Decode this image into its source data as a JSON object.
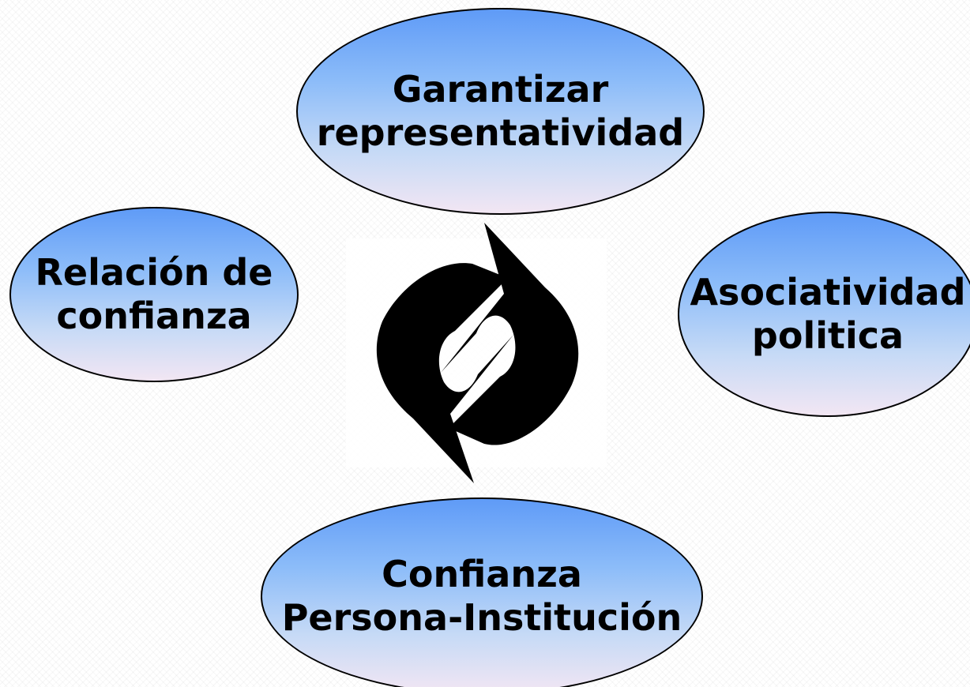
{
  "nodes": {
    "top": {
      "line1": "Garantizar",
      "line2": "representatividad"
    },
    "left": {
      "line1": "Relación de",
      "line2": "confianza"
    },
    "right": {
      "line1": "Asociatividad",
      "line2": "politica"
    },
    "bottom": {
      "line1": "Confianza",
      "line2": "Persona-Institución"
    }
  },
  "center_icon": "refresh-cycle-arrows-icon",
  "colors": {
    "bubble_top": "#5f9bf7",
    "bubble_mid": "#c6daf6",
    "bubble_bottom": "#f2e6f3",
    "arrows": "#000000",
    "text": "#000000"
  }
}
